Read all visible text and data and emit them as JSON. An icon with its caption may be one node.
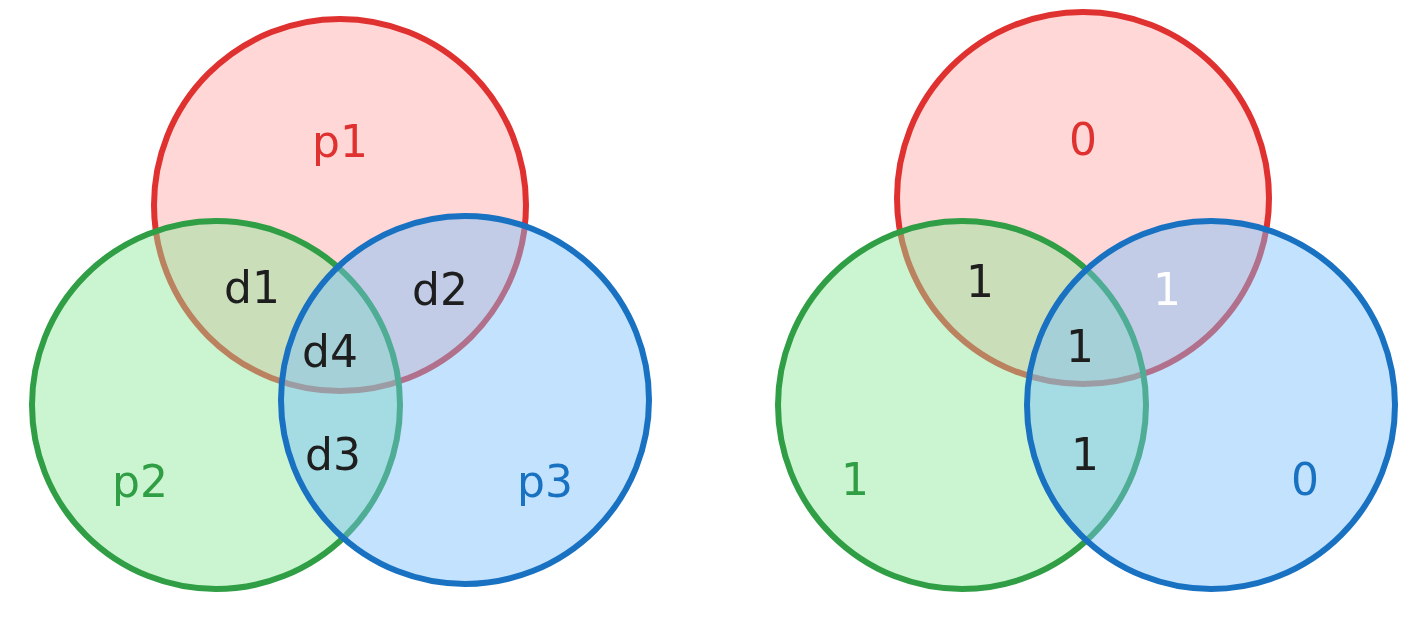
{
  "diagram": {
    "nodes": [
      {
        "text": [
          "p1"
        ]
      },
      {
        "text": [
          "p2"
        ]
      },
      {
        "text": [
          "p3"
        ]
      },
      {
        "text": [
          "0"
        ]
      },
      {
        "text": [
          "1"
        ]
      },
      {
        "text": [
          "0"
        ]
      }
    ],
    "labels": [
      "d1",
      "d2",
      "d4",
      "d3",
      "1",
      "1",
      "1",
      "1"
    ]
  }
}
